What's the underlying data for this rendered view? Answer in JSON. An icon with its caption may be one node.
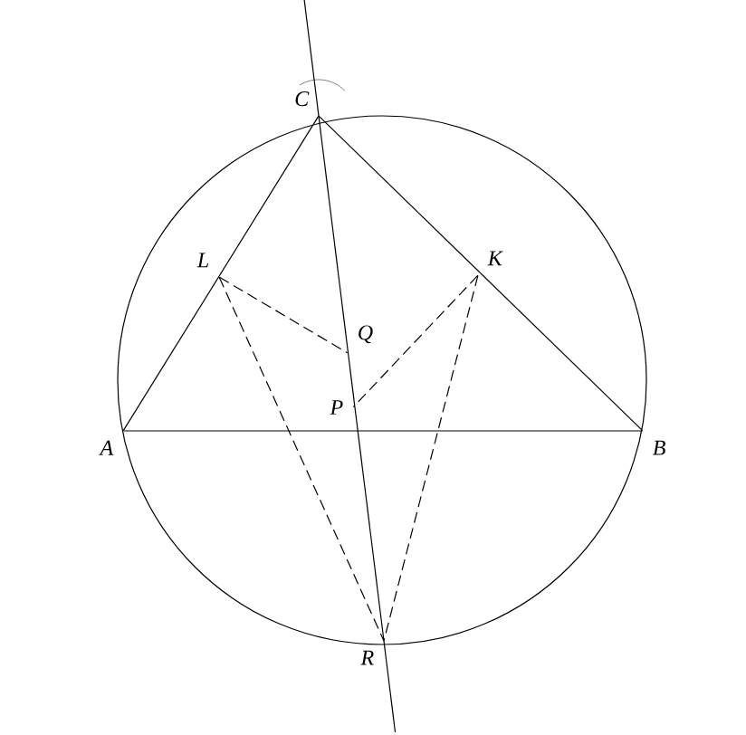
{
  "diagram": {
    "nodes": [
      {
        "text": [
          "A"
        ]
      },
      {
        "text": [
          "B"
        ]
      },
      {
        "text": [
          "C"
        ]
      },
      {
        "text": [
          "L"
        ]
      },
      {
        "text": [
          "K"
        ]
      },
      {
        "text": [
          "Q"
        ]
      },
      {
        "text": [
          "P"
        ]
      },
      {
        "text": [
          "R"
        ]
      }
    ],
    "edges": [
      {
        "from": 2,
        "to": 0,
        "arrow": "none"
      },
      {
        "from": 2,
        "to": 1,
        "arrow": "none"
      },
      {
        "from": 0,
        "to": 1,
        "arrow": "none"
      },
      {
        "from": 2,
        "to": 7,
        "arrow": "none"
      },
      {
        "from": 3,
        "to": 5,
        "arrow": "none",
        "style": "dashed"
      },
      {
        "from": 4,
        "to": 6,
        "arrow": "none",
        "style": "dashed"
      },
      {
        "from": 3,
        "to": 7,
        "arrow": "none",
        "style": "dashed"
      },
      {
        "from": 4,
        "to": 7,
        "arrow": "none",
        "style": "dashed"
      }
    ]
  }
}
